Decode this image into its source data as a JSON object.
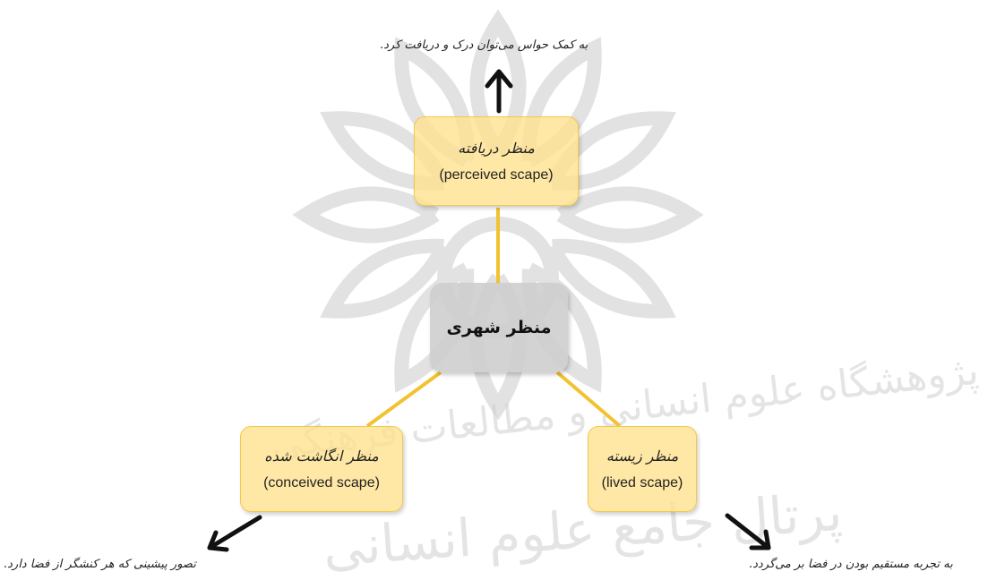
{
  "center": {
    "title": "منظر شهری"
  },
  "nodes": {
    "top": {
      "fa": "منظر دریافته",
      "en": "(perceived scape)",
      "note": "به کمک حواس می‌توان درک و دریافت کرد."
    },
    "left": {
      "fa": "منظر انگاشت شده",
      "en": "(conceived scape)",
      "note": "تصور پیشینی که هر کنشگر از فضا دارد."
    },
    "right": {
      "fa": "منظر زیسته",
      "en": "(lived scape)",
      "note": "به تجربه مستقیم بودن در فضا بر می‌گردد."
    }
  },
  "watermark": {
    "line1": "پژوهشگاه علوم انسانی و مطالعات فرهنگی",
    "line2": "پرتال جامع علوم انسانی"
  },
  "colors": {
    "box_fill": "#ffe28c",
    "box_border": "#f2c94c",
    "connector": "#f2c230",
    "center_fill": "#cdcdcd",
    "arrow": "#111111",
    "watermark": "#cfcfcf"
  }
}
